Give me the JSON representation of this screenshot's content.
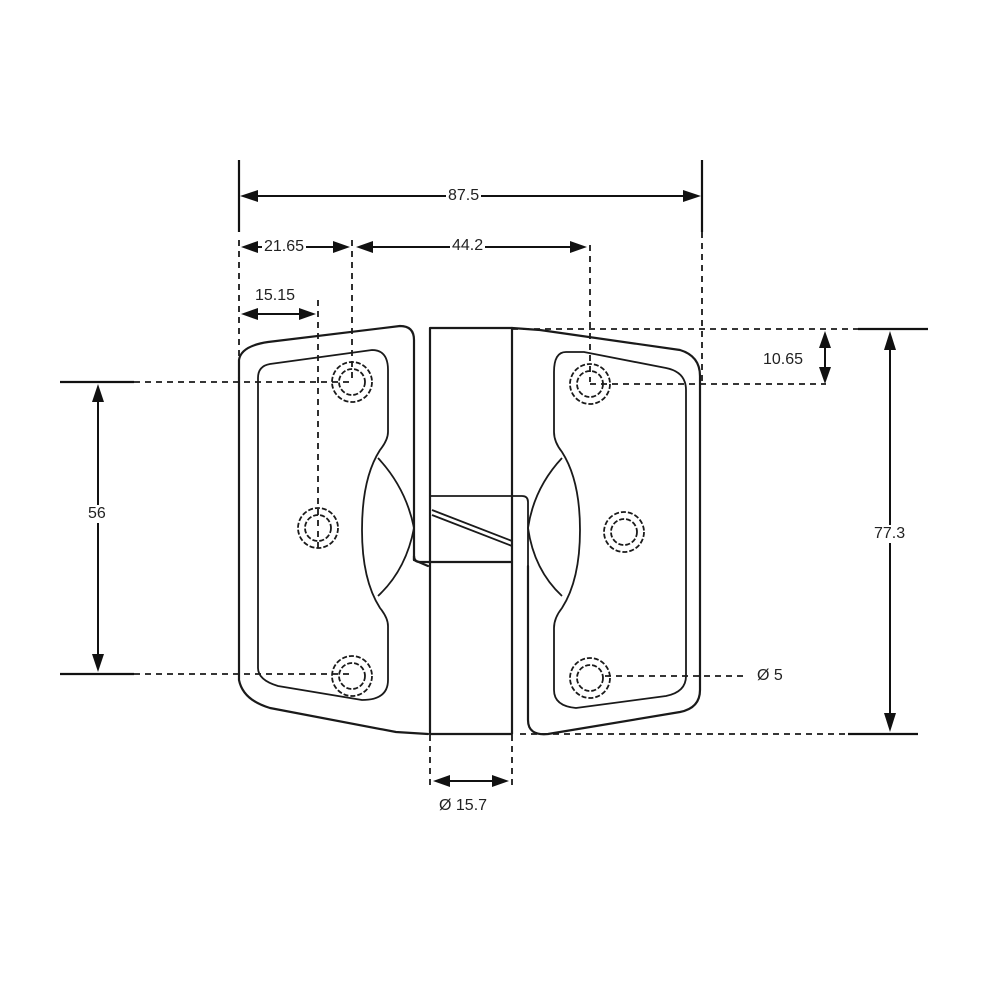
{
  "drawing": {
    "subject": "Lift-off hinge technical drawing",
    "units": "mm",
    "line_color": "#1a1a1a",
    "background": "#ffffff"
  },
  "dimensions": {
    "overall_width": "87.5",
    "hole_offset_left": "21.65",
    "hole_spacing_horizontal": "44.2",
    "edge_to_hole_left": "15.15",
    "top_edge_to_hole": "10.65",
    "hole_spacing_vertical": "56",
    "overall_height": "77.3",
    "hole_diameter": "Ø 5",
    "knuckle_diameter": "Ø 15.7"
  }
}
